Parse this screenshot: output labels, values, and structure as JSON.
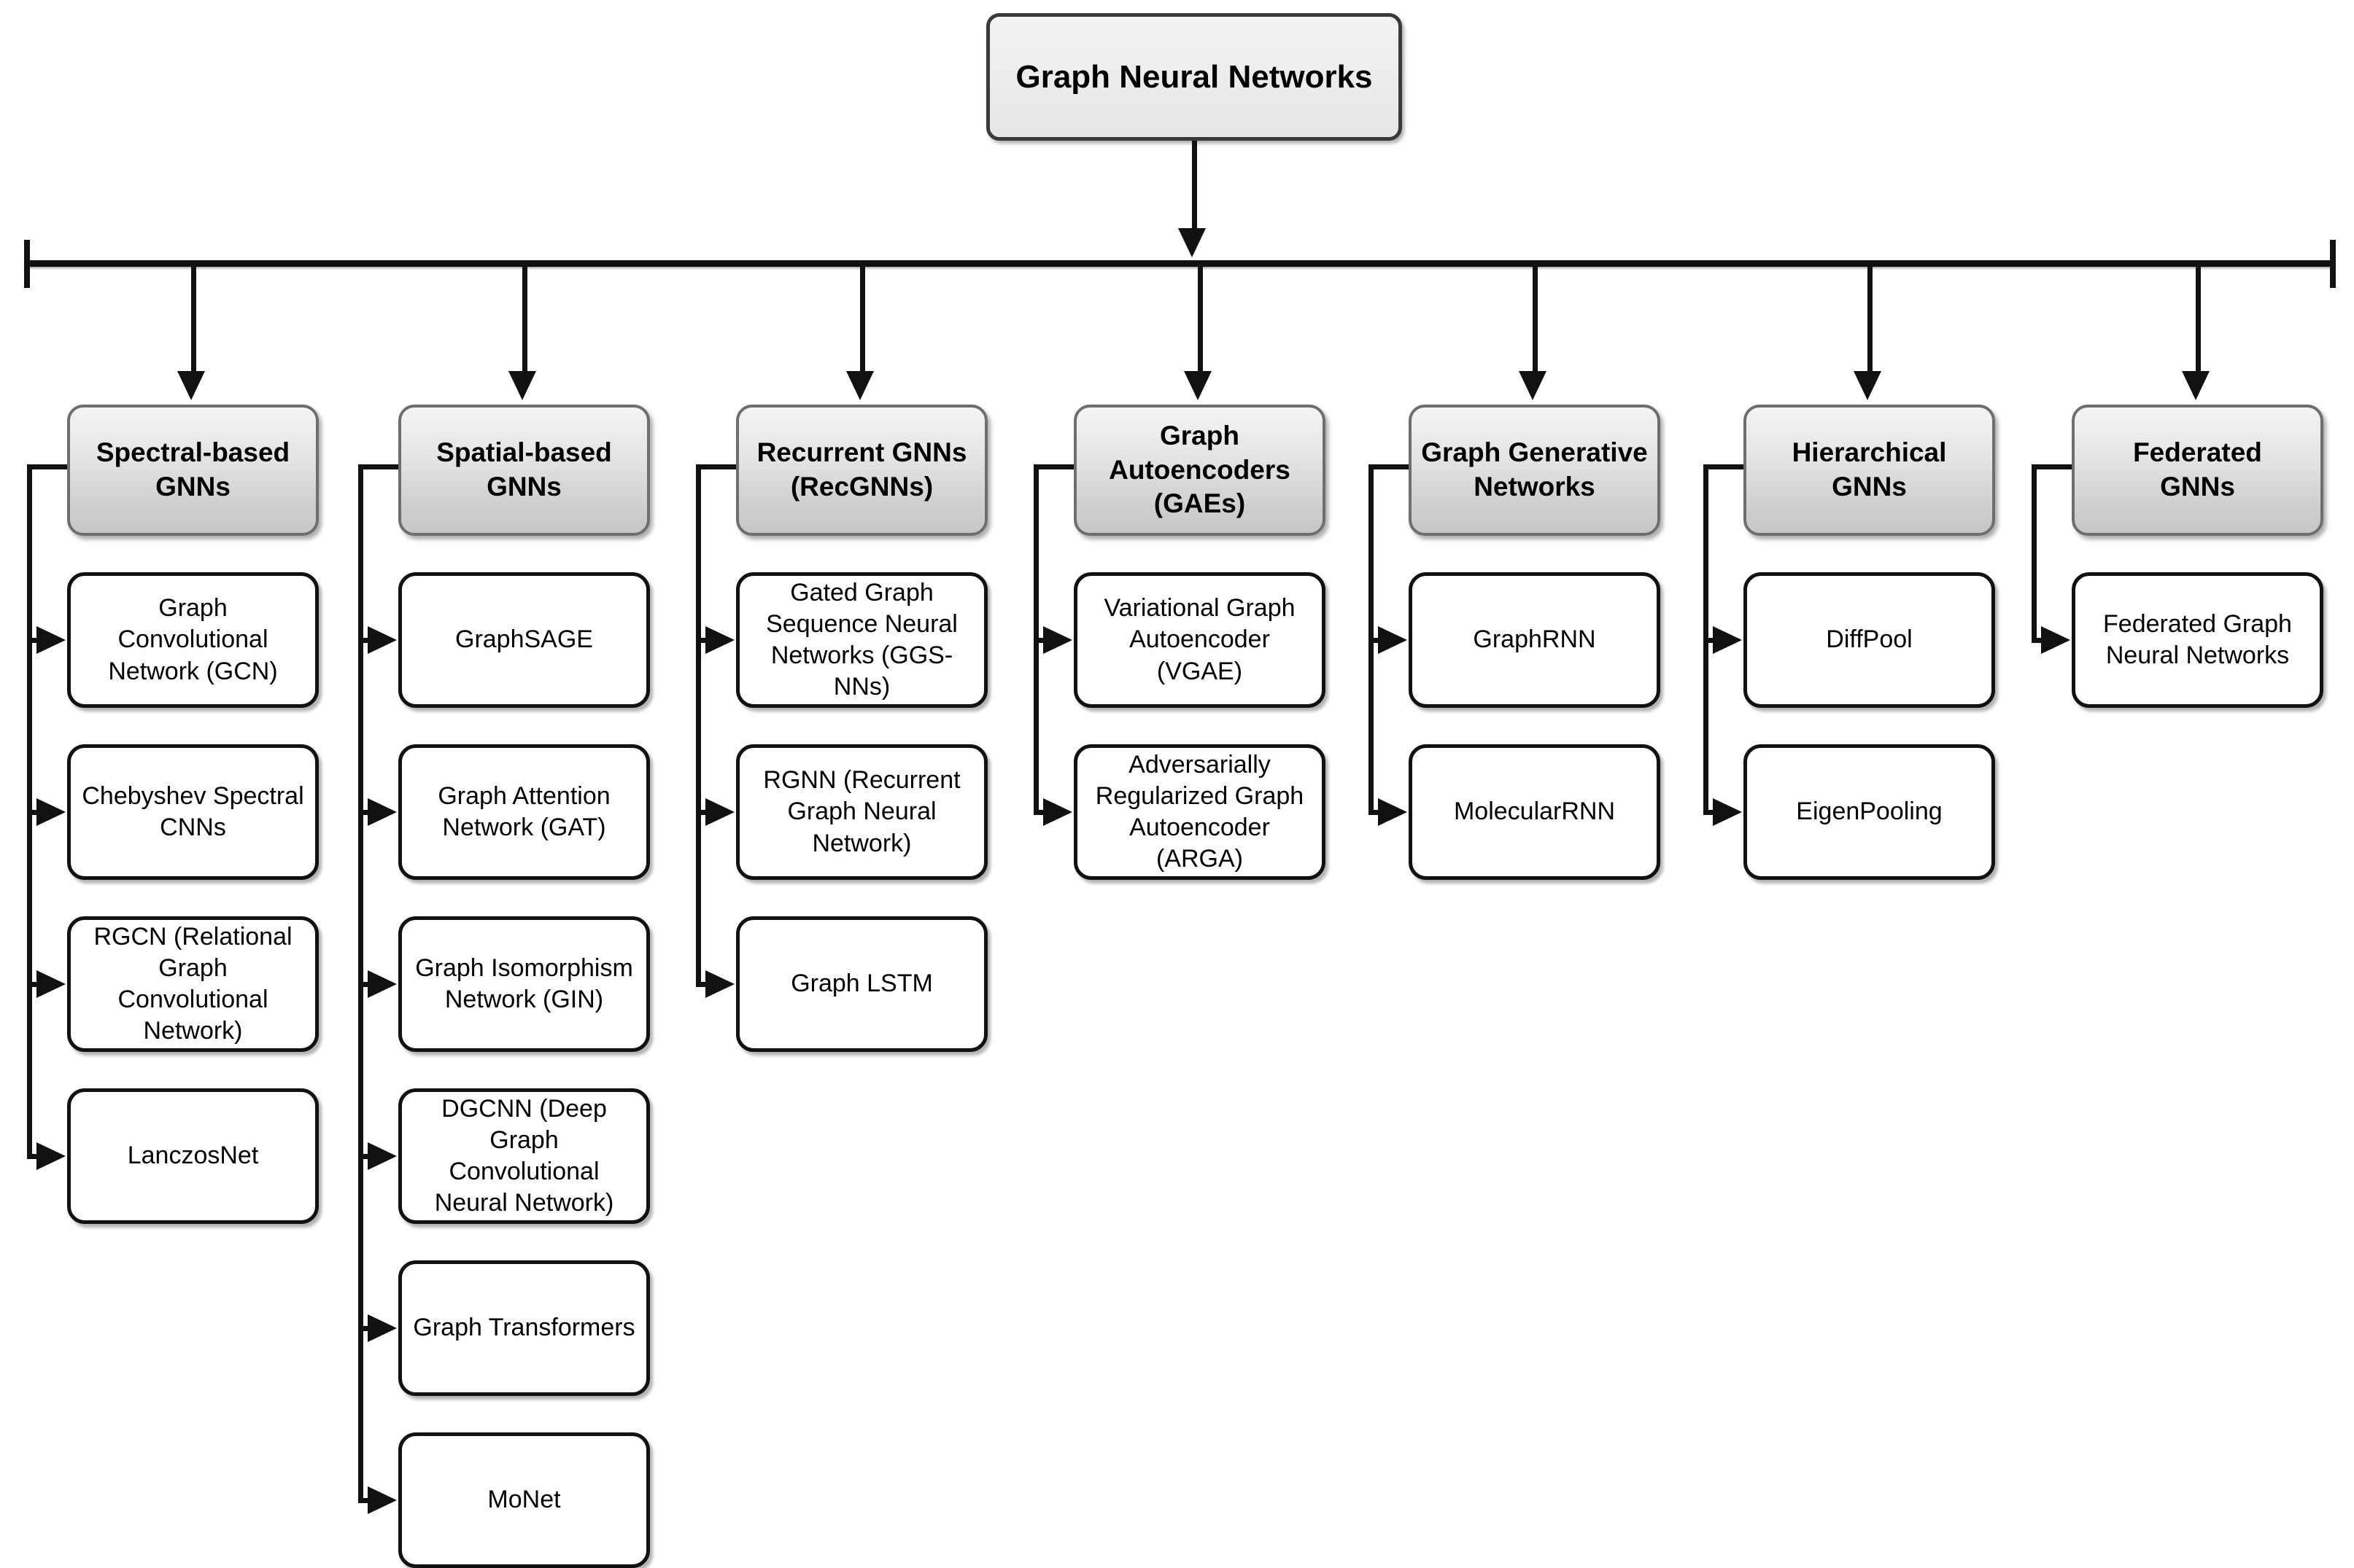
{
  "diagram": {
    "title": "Graph Neural Networks taxonomy",
    "root": {
      "label": "Graph Neural Networks"
    },
    "colors": {
      "line": "#111111",
      "category_border": "#6e6e6e",
      "leaf_border": "#111111",
      "root_border": "#3a3a3a",
      "background": "#ffffff"
    },
    "categories": [
      {
        "label": "Spectral-based\nGNNs",
        "children": [
          {
            "label": "Graph\nConvolutional\nNetwork (GCN)"
          },
          {
            "label": "Chebyshev Spectral\nCNNs"
          },
          {
            "label": "RGCN (Relational\nGraph\nConvolutional\nNetwork)"
          },
          {
            "label": "LanczosNet"
          }
        ]
      },
      {
        "label": "Spatial-based\nGNNs",
        "children": [
          {
            "label": "GraphSAGE"
          },
          {
            "label": "Graph Attention\nNetwork (GAT)"
          },
          {
            "label": "Graph Isomorphism\nNetwork (GIN)"
          },
          {
            "label": "DGCNN (Deep\nGraph\nConvolutional\nNeural Network)"
          },
          {
            "label": "Graph Transformers"
          },
          {
            "label": "MoNet"
          }
        ]
      },
      {
        "label": "Recurrent GNNs\n(RecGNNs)",
        "children": [
          {
            "label": "Gated Graph\nSequence Neural\nNetworks (GGS-\nNNs)"
          },
          {
            "label": "RGNN (Recurrent\nGraph Neural\nNetwork)"
          },
          {
            "label": "Graph LSTM"
          }
        ]
      },
      {
        "label": "Graph\nAutoencoders\n(GAEs)",
        "children": [
          {
            "label": "Variational Graph\nAutoencoder\n(VGAE)"
          },
          {
            "label": "Adversarially\nRegularized Graph\nAutoencoder\n(ARGA)"
          }
        ]
      },
      {
        "label": "Graph Generative\nNetworks",
        "children": [
          {
            "label": "GraphRNN"
          },
          {
            "label": "MolecularRNN"
          }
        ]
      },
      {
        "label": "Hierarchical\nGNNs",
        "children": [
          {
            "label": "DiffPool"
          },
          {
            "label": "EigenPooling"
          }
        ]
      },
      {
        "label": "Federated\nGNNs",
        "children": [
          {
            "label": "Federated Graph\nNeural Networks"
          }
        ]
      }
    ]
  }
}
